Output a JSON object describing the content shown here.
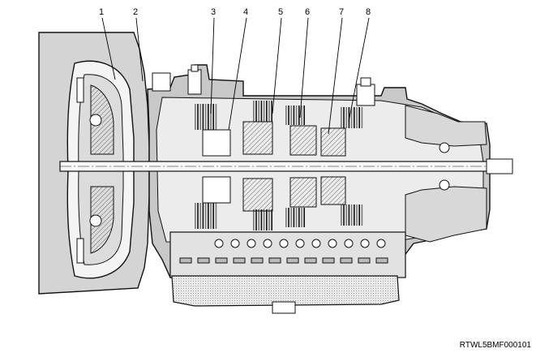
{
  "callouts": [
    {
      "label": "1"
    },
    {
      "label": "2"
    },
    {
      "label": "3"
    },
    {
      "label": "4"
    },
    {
      "label": "5"
    },
    {
      "label": "6"
    },
    {
      "label": "7"
    },
    {
      "label": "8"
    }
  ],
  "figure_code": "RTWL5BMF000101"
}
